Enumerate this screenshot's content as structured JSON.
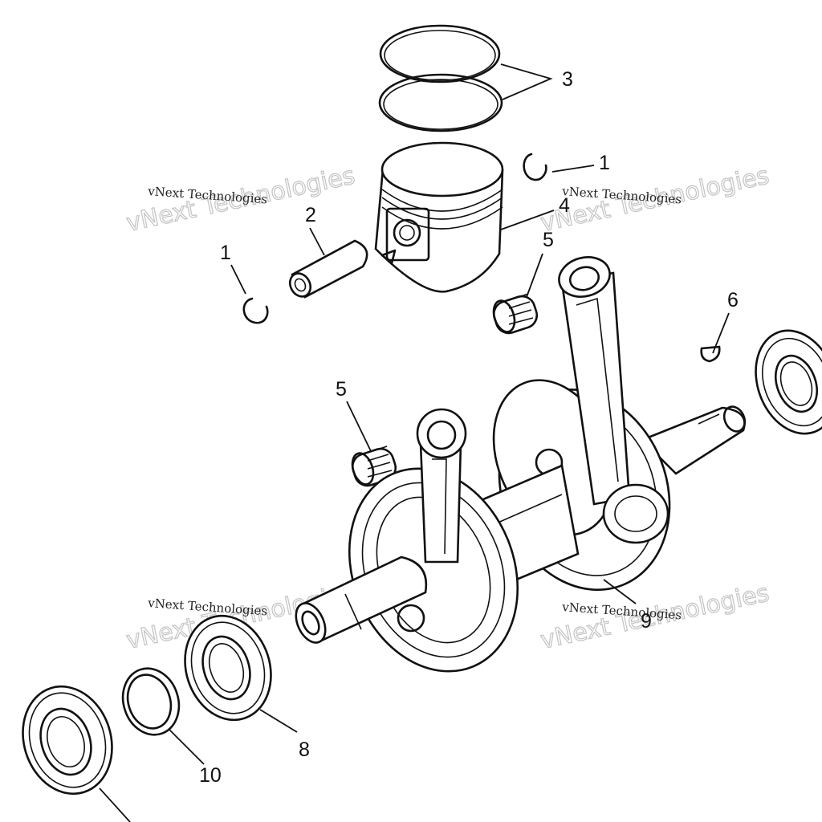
{
  "callouts": {
    "c1": "1",
    "c2": "2",
    "c3": "3",
    "c4": "4",
    "c5": "5",
    "c6": "6",
    "c8": "8",
    "c9": "9",
    "c10": "10"
  },
  "watermark": {
    "text": "vNext Technologies",
    "outline": "vNext Technologies"
  },
  "colors": {
    "line": "#111111",
    "background": "#ffffff",
    "watermark": "#bdbdbd"
  }
}
